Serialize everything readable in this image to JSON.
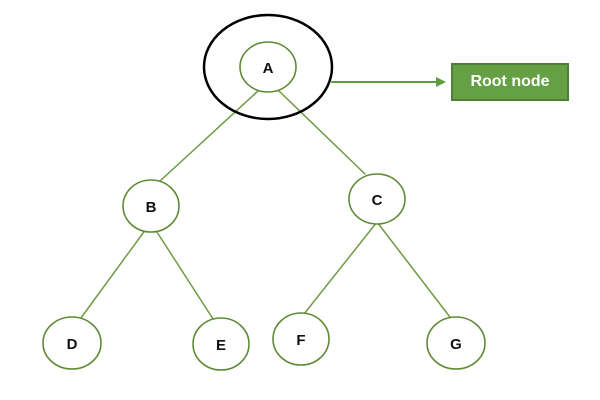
{
  "tree": {
    "nodes": {
      "a": "A",
      "b": "B",
      "c": "C",
      "d": "D",
      "e": "E",
      "f": "F",
      "g": "G"
    }
  },
  "callout": {
    "label": "Root node"
  },
  "colors": {
    "edge": "#6f9a45",
    "node_stroke": "#5f8a35",
    "highlight_ring": "#000000",
    "callout_fill": "#66a044",
    "callout_text": "#ffffff"
  }
}
